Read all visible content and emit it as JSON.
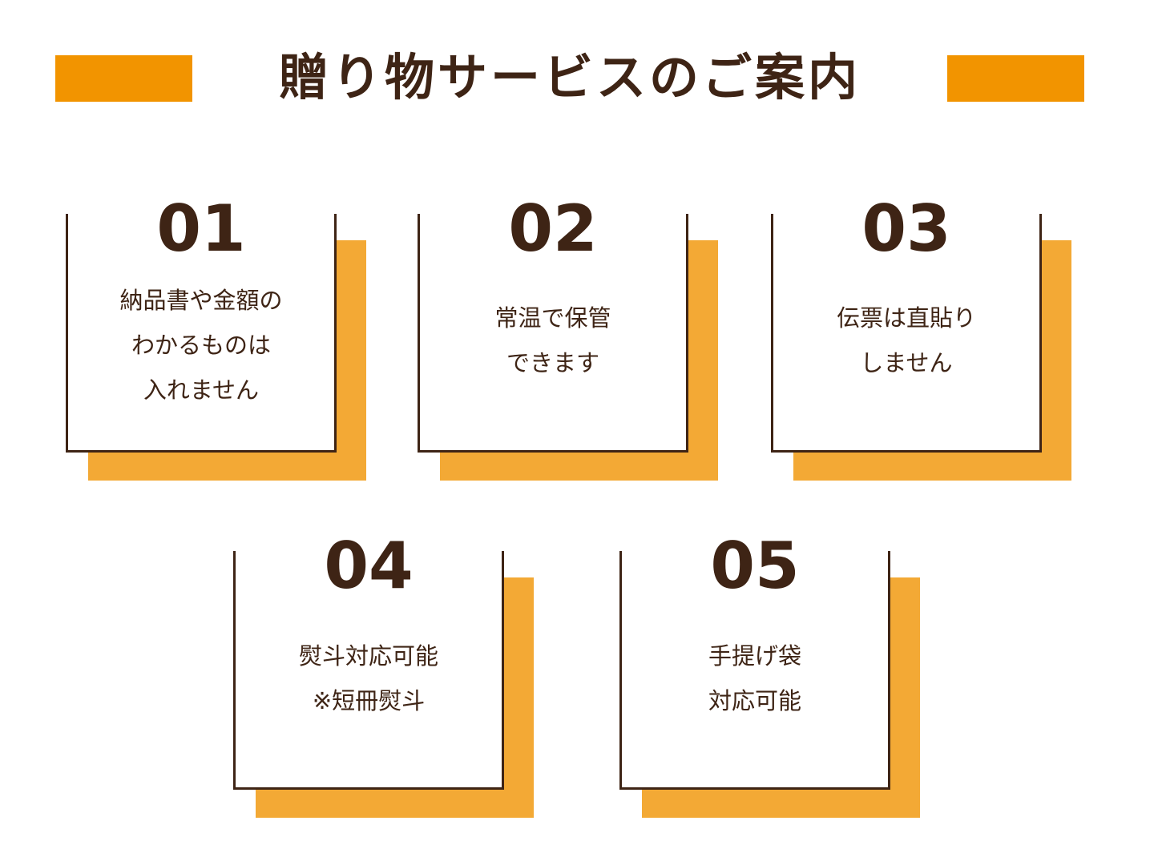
{
  "header": {
    "title": "贈り物サービスのご案内"
  },
  "colors": {
    "accent": "#f29400",
    "shadow": "#f3a935",
    "text": "#3e2415"
  },
  "cards": [
    {
      "number": "01",
      "lines": [
        "納品書や金額の",
        "わかるものは",
        "入れません"
      ]
    },
    {
      "number": "02",
      "lines": [
        "常温で保管",
        "できます"
      ]
    },
    {
      "number": "03",
      "lines": [
        "伝票は直貼り",
        "しません"
      ]
    },
    {
      "number": "04",
      "lines": [
        "熨斗対応可能",
        "※短冊熨斗"
      ]
    },
    {
      "number": "05",
      "lines": [
        "手提げ袋",
        "対応可能"
      ]
    }
  ]
}
